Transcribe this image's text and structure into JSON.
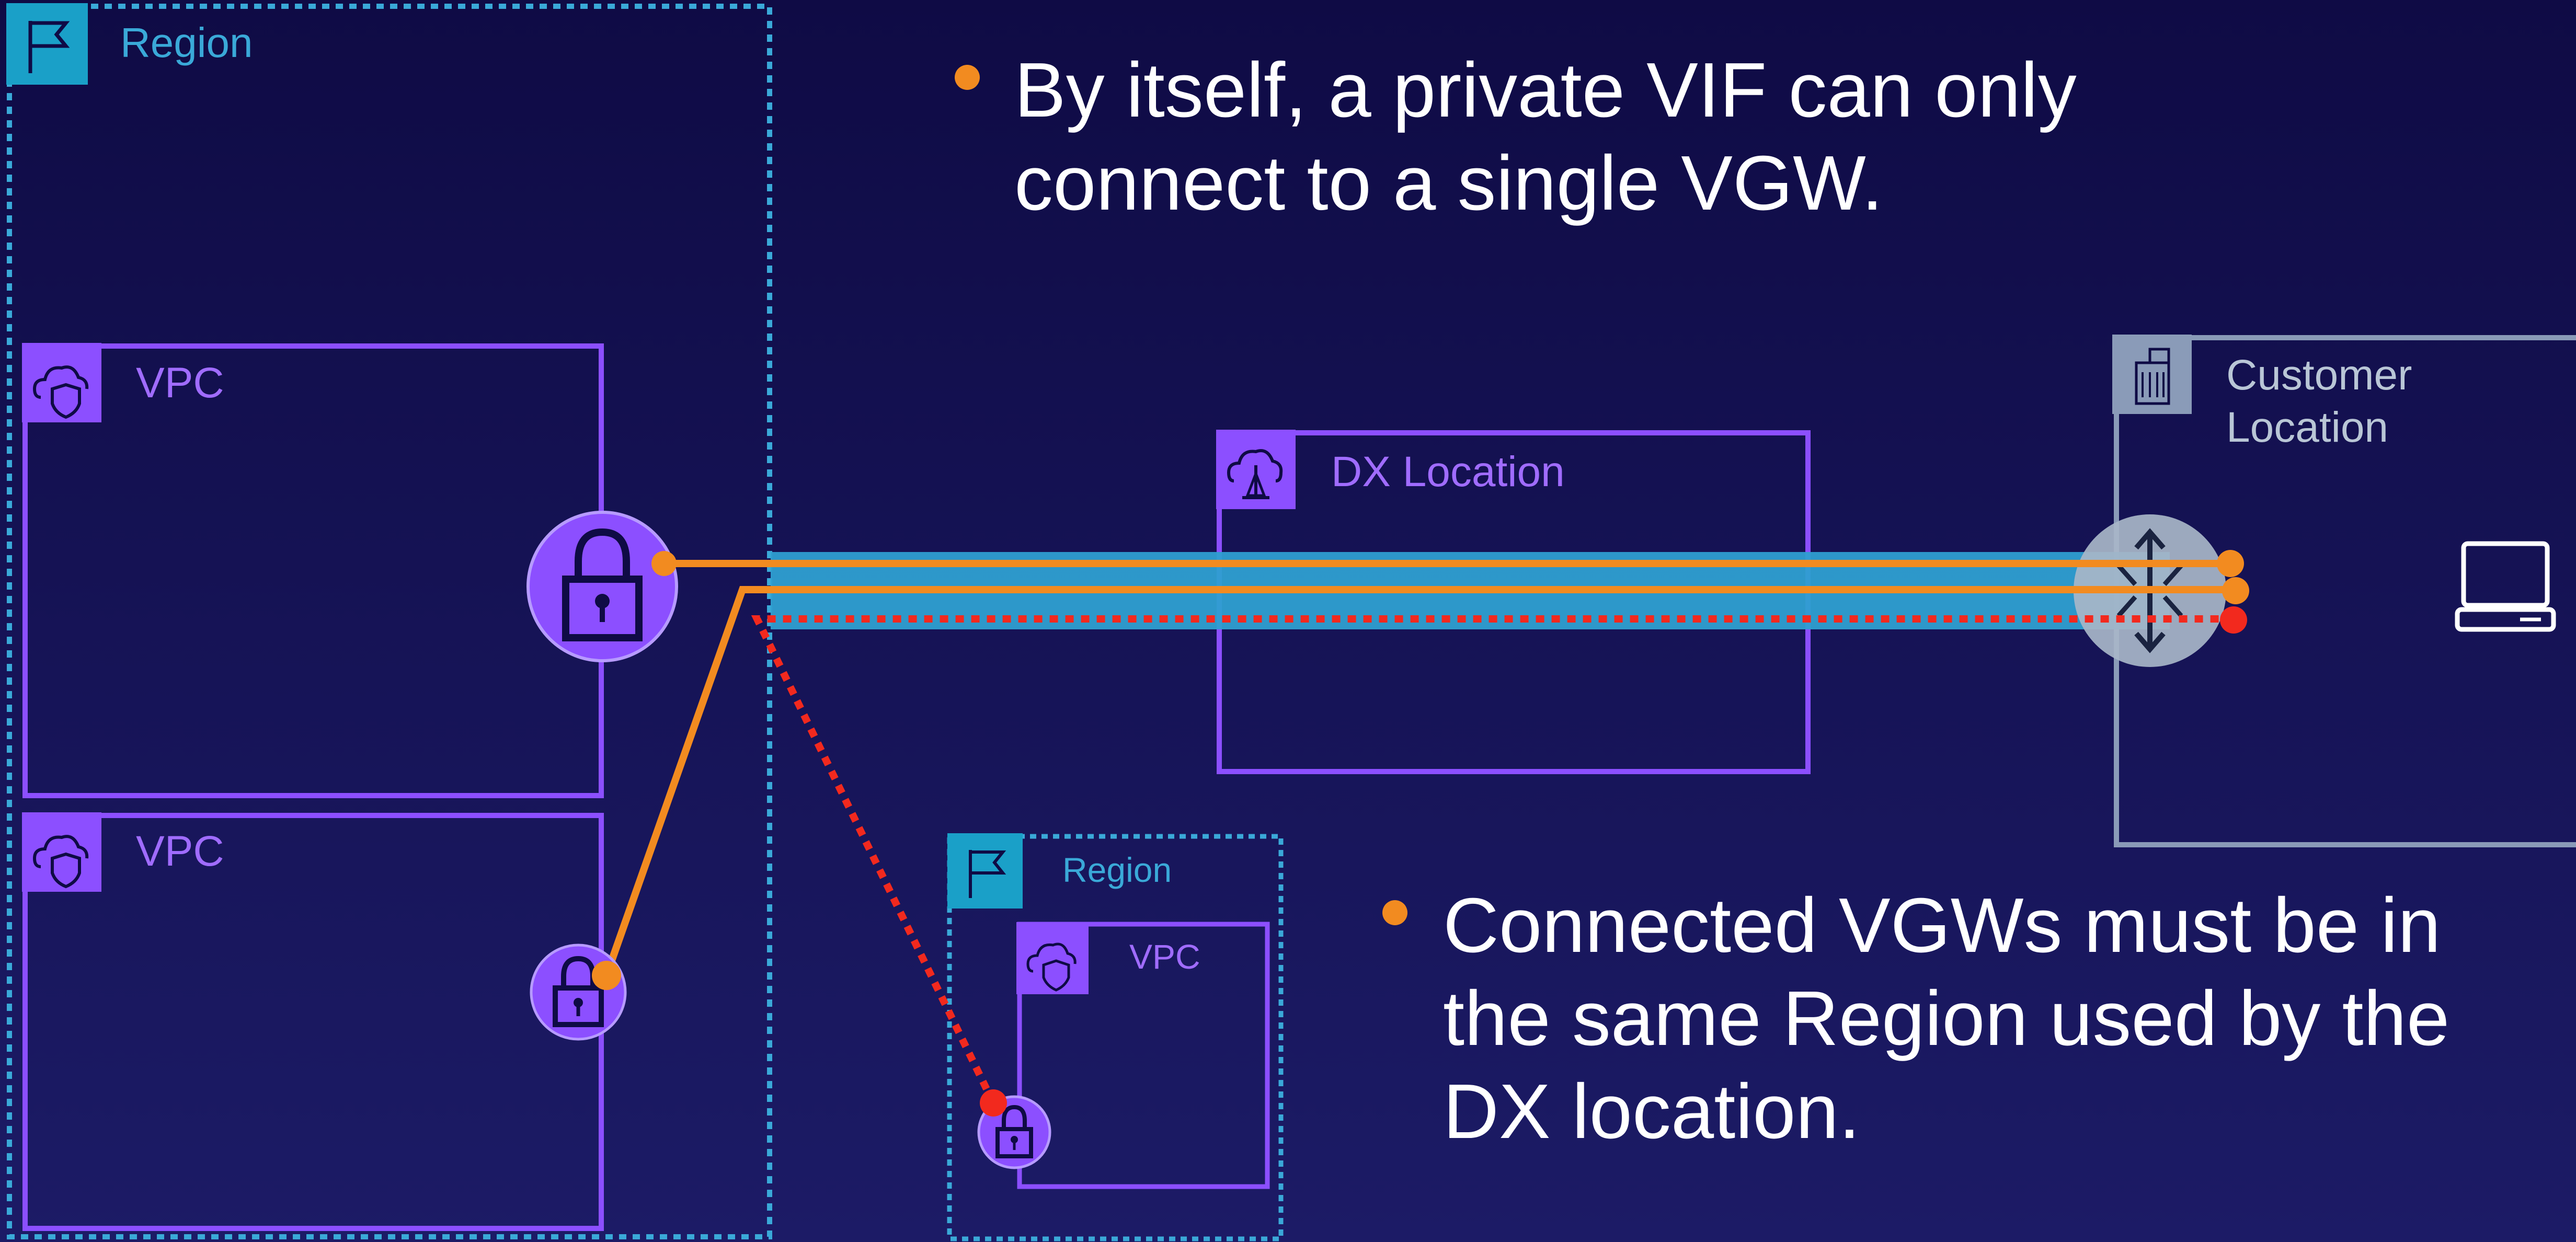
{
  "labels": {
    "region_main": "Region",
    "vpc_top": "VPC",
    "vpc_bottom": "VPC",
    "region_small": "Region",
    "vpc_small": "VPC",
    "dx_location": "DX Location",
    "customer_location": "Customer Location"
  },
  "bullets": [
    {
      "text": "By itself, a private VIF can only connect to a single VGW."
    },
    {
      "text": "Connected VGWs must be in the same Region used by the DX location."
    }
  ],
  "icons": {
    "region": "flag-icon",
    "vpc": "cloud-shield-icon",
    "dx": "cloud-tower-icon",
    "customer": "building-icon",
    "vgw": "lock-icon",
    "router": "router-arrows-icon",
    "client": "laptop-icon"
  },
  "colors": {
    "background_top": "#0f0b45",
    "background_bottom": "#1c1b66",
    "region_border": "#3aa9d8",
    "vpc_border": "#8c4fff",
    "customer_border": "#8a9bb8",
    "link_blue": "#2e9fd1",
    "link_orange": "#f28b20",
    "link_red": "#f2291e"
  }
}
